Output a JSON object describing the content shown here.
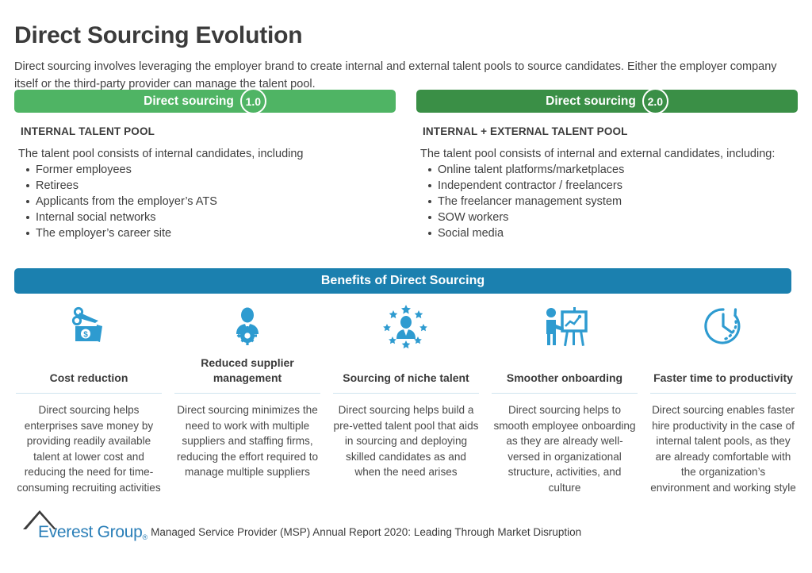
{
  "page": {
    "title": "Direct Sourcing Evolution",
    "intro": "Direct sourcing involves leveraging the employer brand to create internal and external talent pools to source candidates. Either the employer company itself or the third-party provider can manage the talent pool."
  },
  "colors": {
    "green_light": "#4FB464",
    "green_dark": "#3A8F46",
    "blue": "#1B80AF",
    "rule": "#cfe4ef",
    "logo_blue": "#2b7fb8"
  },
  "columns": [
    {
      "banner_label": "Direct sourcing",
      "banner_version": "1.0",
      "pool_title": "INTERNAL TALENT POOL",
      "pool_intro": "The talent pool consists of internal candidates, including",
      "items": [
        "Former employees",
        "Retirees",
        "Applicants from the employer’s ATS",
        "Internal social networks",
        "The employer’s career site"
      ]
    },
    {
      "banner_label": "Direct sourcing",
      "banner_version": "2.0",
      "pool_title": "INTERNAL +  EXTERNAL TALENT POOL",
      "pool_intro": "The talent pool consists of internal and external candidates, including:",
      "items": [
        "Online talent platforms/marketplaces",
        "Independent contractor / freelancers",
        "The freelancer management system",
        "SOW workers",
        "Social media"
      ]
    }
  ],
  "benefits": {
    "banner_title": "Benefits of Direct Sourcing",
    "items": [
      {
        "icon": "scissors-cutting-money-icon",
        "label": "Cost reduction",
        "description": "Direct sourcing helps enterprises save money by providing readily available talent at lower cost and reducing the need for time-consuming recruiting activities"
      },
      {
        "icon": "person-with-gear-icon",
        "label": "Reduced supplier management",
        "description": "Direct sourcing minimizes the need to work with multiple suppliers and staffing firms, reducing the effort required to manage multiple suppliers"
      },
      {
        "icon": "person-with-stars-icon",
        "label": "Sourcing of niche talent",
        "description": "Direct sourcing helps build a pre-vetted talent pool that aids in sourcing and deploying skilled candidates as and when the need arises"
      },
      {
        "icon": "presenter-at-easel-icon",
        "label": "Smoother onboarding",
        "description": "Direct sourcing helps to smooth employee onboarding as they are already well-versed in organizational structure, activities, and culture"
      },
      {
        "icon": "clock-icon",
        "label": "Faster time to productivity",
        "description": "Direct sourcing enables faster hire productivity in the case of internal talent pools, as they are already comfortable with the organization’s environment and working style"
      }
    ]
  },
  "footer": {
    "logo_text": "Everest Group",
    "logo_registered": "®",
    "source": "Managed Service Provider (MSP) Annual Report 2020: Leading Through Market Disruption"
  }
}
